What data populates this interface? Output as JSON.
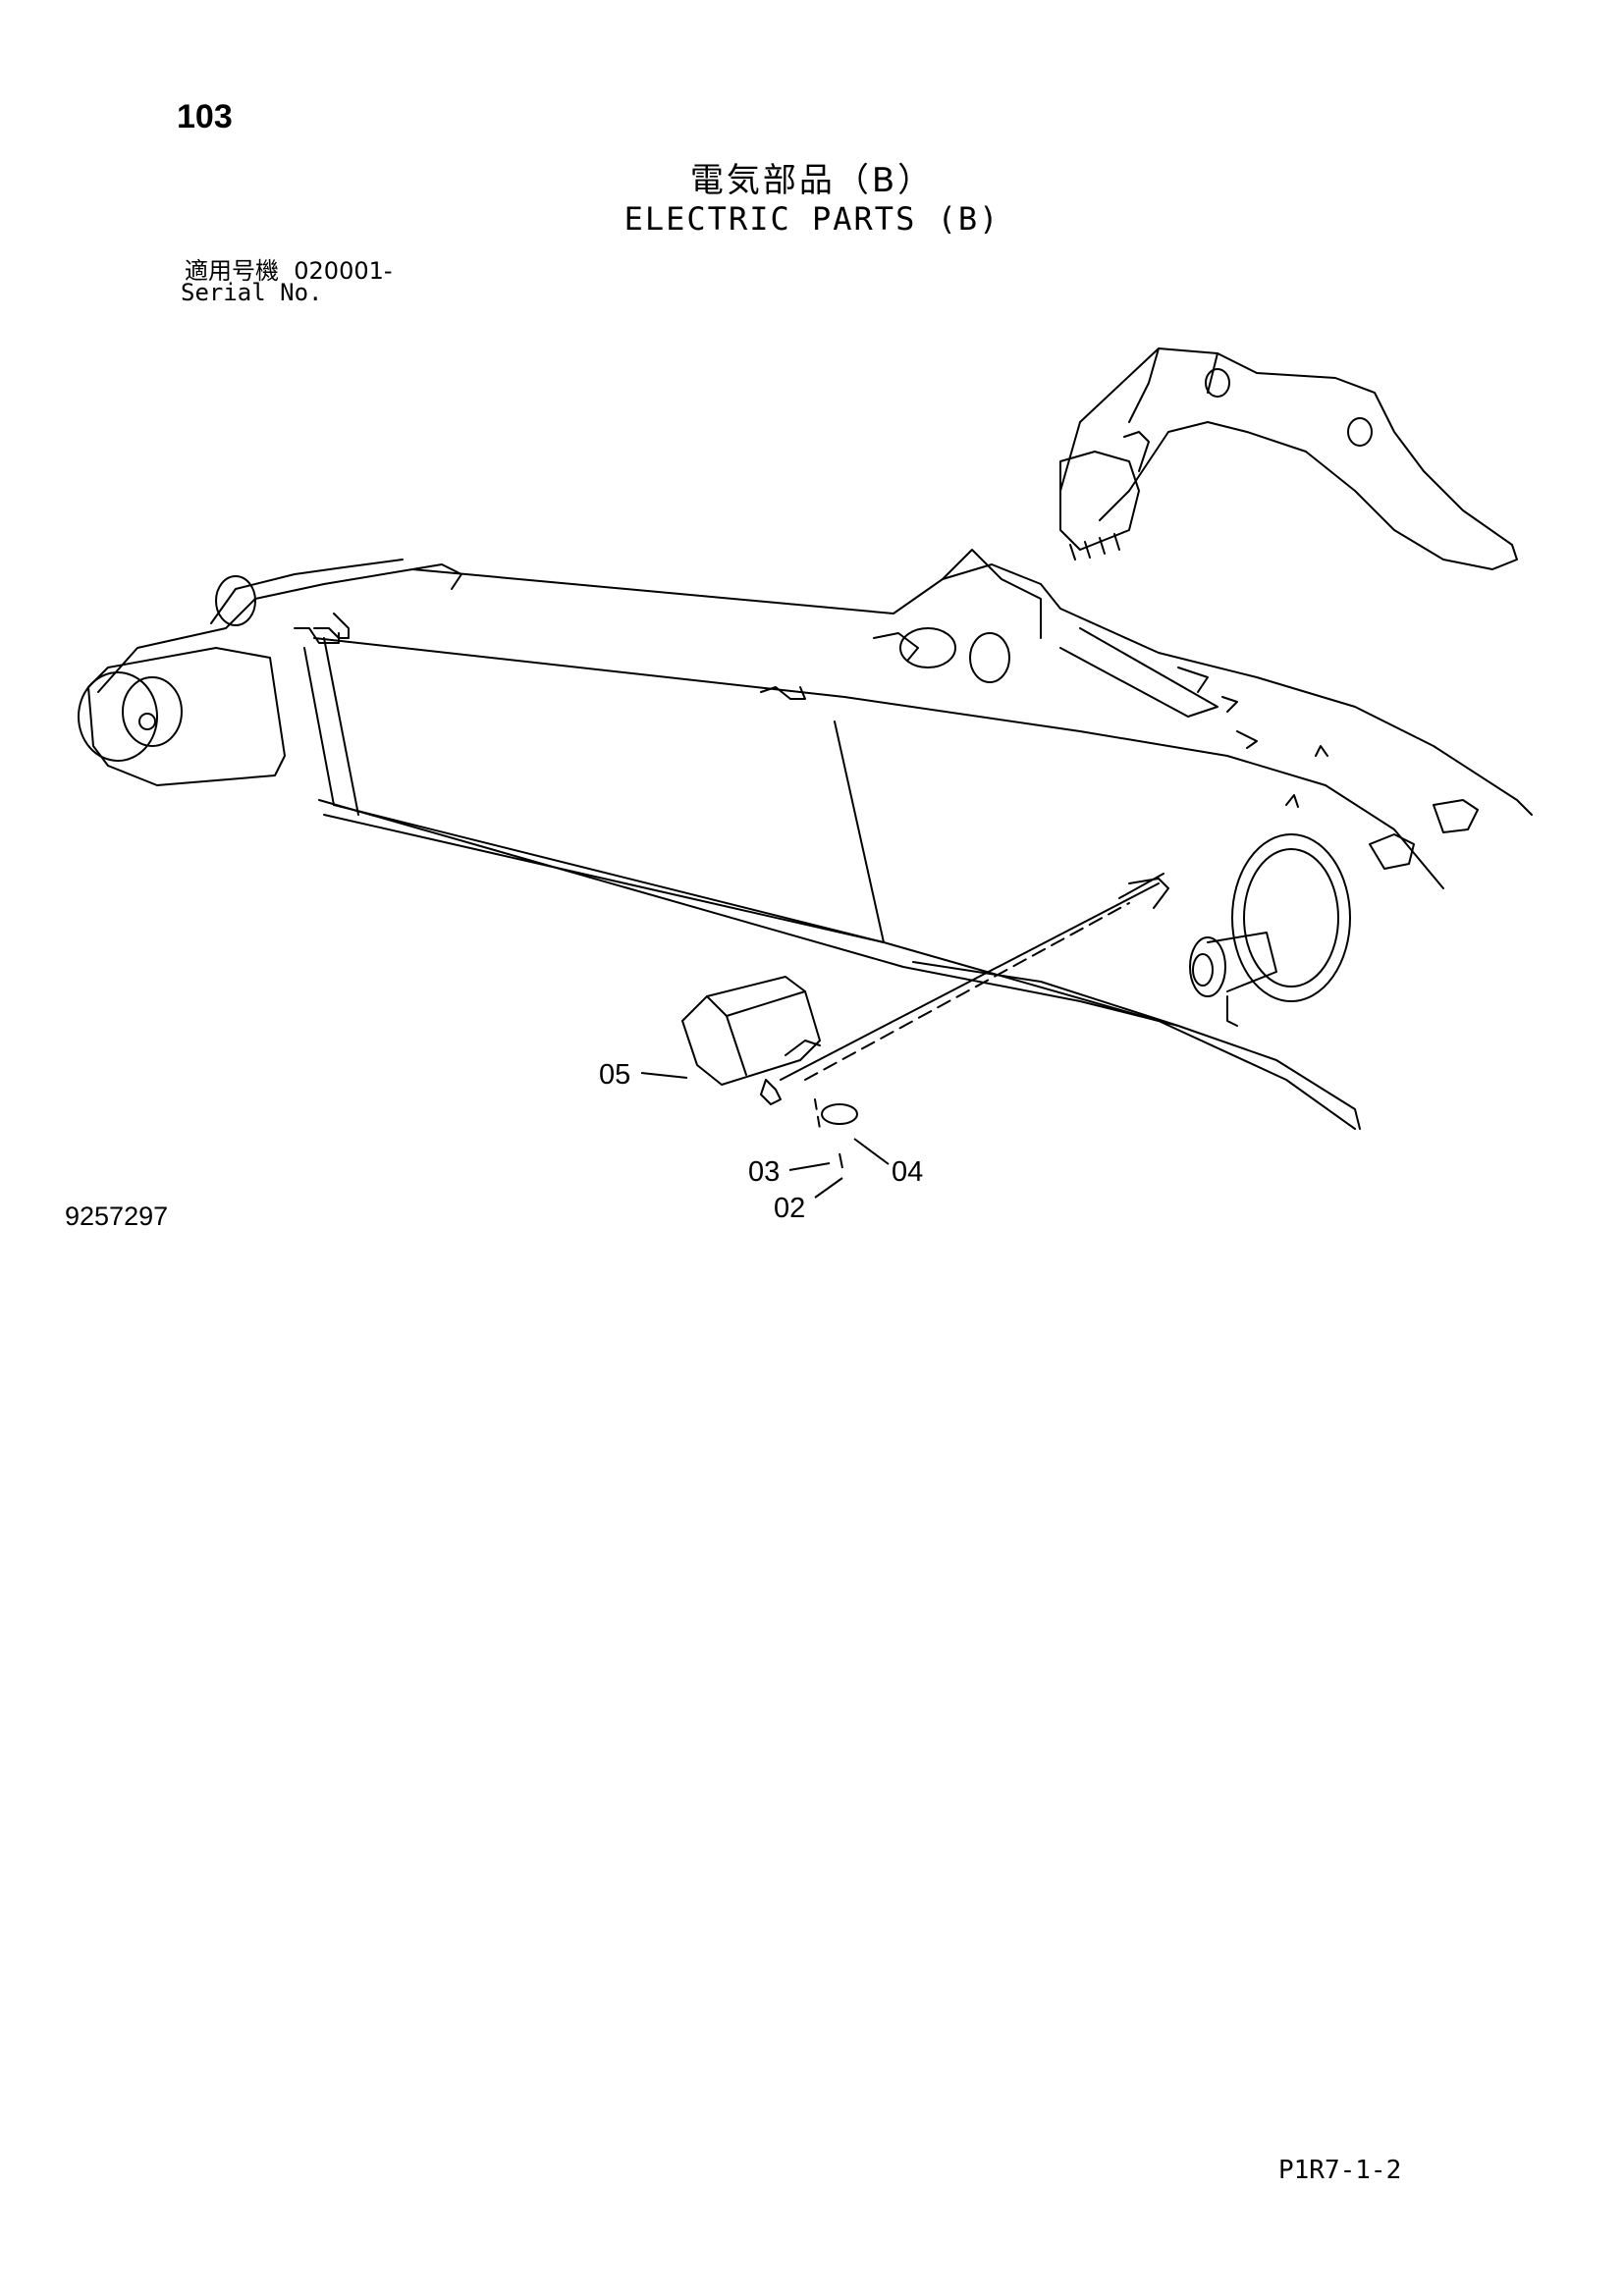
{
  "header": {
    "page_number": "103",
    "title_ja": "電気部品（B）",
    "title_en": "ELECTRIC PARTS (B)",
    "serial_label_ja": "適用号機",
    "serial_value": "020001-",
    "serial_label_en": "Serial No."
  },
  "diagram": {
    "callouts": [
      {
        "id": "c05",
        "label": "05"
      },
      {
        "id": "c03",
        "label": "03"
      },
      {
        "id": "c04",
        "label": "04"
      },
      {
        "id": "c02",
        "label": "02"
      }
    ]
  },
  "footer": {
    "drawing_number": "9257297",
    "page_code": "P1R7-1-2"
  }
}
